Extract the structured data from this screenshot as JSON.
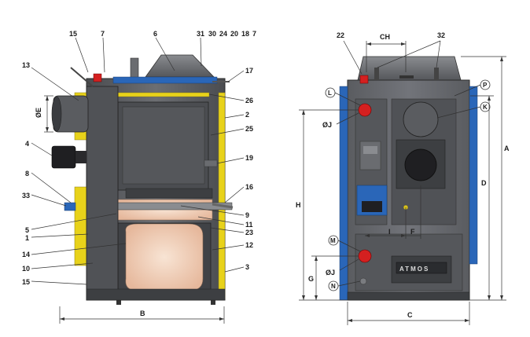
{
  "side_view": {
    "labels_top": [
      "15",
      "7",
      "6",
      "31",
      "30",
      "24",
      "20",
      "18",
      "7"
    ],
    "labels_left": [
      "13",
      "ØE",
      "4",
      "8",
      "33",
      "5",
      "1",
      "14",
      "10",
      "15"
    ],
    "labels_right": [
      "17",
      "26",
      "2",
      "25",
      "19",
      "16",
      "9",
      "11",
      "23",
      "12",
      "3"
    ],
    "dimension_b": "B"
  },
  "front_view": {
    "dimension_ch": "CH",
    "label_22": "22",
    "label_32": "32",
    "circle_labels": [
      "L",
      "P",
      "K",
      "M",
      "N"
    ],
    "diam_j_top": "ØJ",
    "diam_j_bottom": "ØJ",
    "dimensions": [
      "A",
      "D",
      "H",
      "G",
      "I",
      "F",
      "C"
    ],
    "plate_text": "ATMOS"
  },
  "colors": {
    "steel": "#5e6064",
    "steel_dark": "#3d3f42",
    "yellow": "#e8d21a",
    "blue": "#2a66b8",
    "insulation": "#f2d2bc",
    "red": "#d42020"
  }
}
